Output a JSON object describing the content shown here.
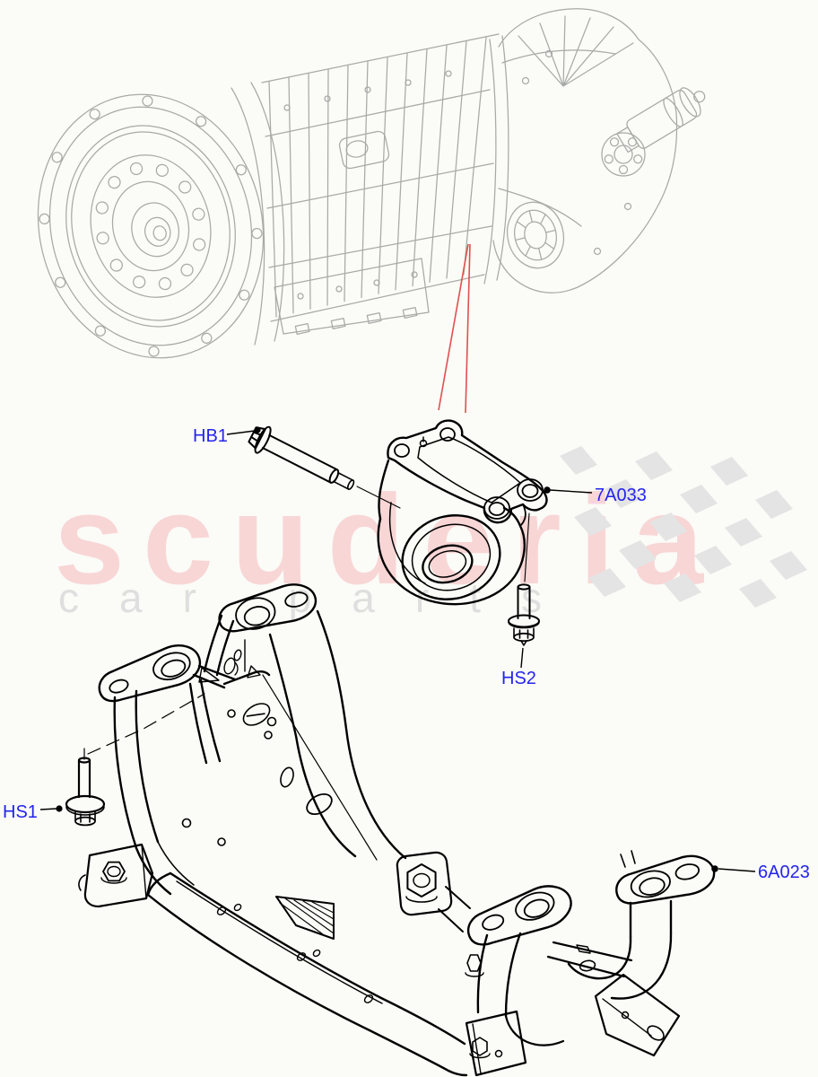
{
  "watermark": {
    "brand": "scuderia",
    "tagline": "car parts"
  },
  "labels": {
    "hb1": {
      "text": "HB1"
    },
    "mount_7a033": {
      "text": "7A033"
    },
    "hs2": {
      "text": "HS2"
    },
    "hs1": {
      "text": "HS1"
    },
    "subframe_6a023": {
      "text": "6A023"
    }
  },
  "colors": {
    "background": "#fbfbf7",
    "label_blue": "#2424ee",
    "callout_red": "#e05050",
    "assembly_gray": "#a8aaa8",
    "part_black": "#000000",
    "brand_pink": "#f8d6d6",
    "tagline_gray": "#dfdfdf",
    "flag_gray": "#e4e4e4"
  }
}
